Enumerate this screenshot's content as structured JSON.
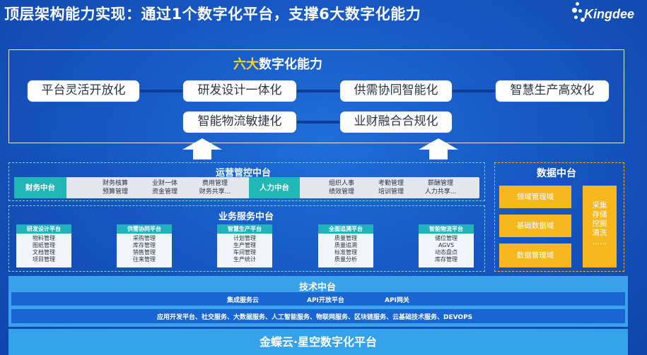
{
  "title": "顶层架构能力实现：通过1个数字化平台，支撑6大数字化能力",
  "logo": {
    "text": "Kingdee"
  },
  "capabilities": {
    "title_highlight": "六大",
    "title_rest": "数字化能力",
    "items": [
      "平台灵活开放化",
      "研发设计一体化",
      "供需协同智能化",
      "智慧生产高效化",
      "智能物流敏捷化",
      "业财融合合规化"
    ]
  },
  "operations": {
    "title": "运营管控中台",
    "finance": {
      "label": "财务中台",
      "items": [
        [
          "财务核算",
          "预算管理"
        ],
        [
          "业财一体",
          "资金管理"
        ],
        [
          "费用管理",
          "财务共享..."
        ]
      ]
    },
    "hr": {
      "label": "人力中台",
      "items": [
        [
          "组织人事",
          "绩效管理"
        ],
        [
          "考勤管理",
          "培训管理"
        ],
        [
          "薪酬管理",
          "人力共享..."
        ]
      ]
    }
  },
  "business": {
    "title": "业务服务中台",
    "platforms": [
      {
        "name": "研发设计平台",
        "items": [
          "物料管理",
          "图纸管理",
          "文档管理",
          "项目管理"
        ]
      },
      {
        "name": "供需协同平台",
        "items": [
          "采购管理",
          "库存管理",
          "销售管理",
          "往来管理"
        ]
      },
      {
        "name": "智慧生产平台",
        "items": [
          "计划管理",
          "生产管理",
          "车间管理",
          "生产统计"
        ]
      },
      {
        "name": "全面追溯平台",
        "items": [
          "质量管理",
          "质量追溯",
          "标准管理",
          "质量分析"
        ]
      },
      {
        "name": "智能物流平台",
        "items": [
          "储位管理",
          "AGVS",
          "动态盘点",
          "库存管理"
        ]
      }
    ]
  },
  "data_center": {
    "title": "数据中台",
    "domains": [
      "领域管理域",
      "基础数据域",
      "数据管理域"
    ],
    "ops": [
      "采集",
      "存储",
      "挖掘",
      "清洗",
      "......"
    ]
  },
  "tech": {
    "title": "技术中台",
    "row1": [
      "集成服务云",
      "API开放平台",
      "API网关"
    ],
    "row2": "应用开发平台、社交服务、大数据服务、人工智能服务、物联网服务、区块链服务、云基础技术服务、DEVOPS"
  },
  "platform": "金蝶云·星空数字化平台"
}
